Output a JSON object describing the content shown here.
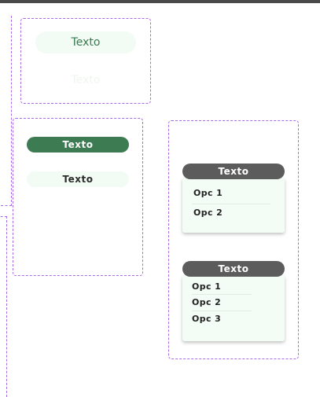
{
  "components": {
    "text_pill_label": "Texto",
    "ghost_label": "Texto",
    "primary_button_label": "Texto",
    "secondary_button_label": "Texto"
  },
  "dropdown_one": {
    "header_label": "Texto",
    "options": [
      "Opc 1",
      "Opc 2"
    ]
  },
  "dropdown_two": {
    "header_label": "Texto",
    "options": [
      "Opc 1",
      "Opc 2",
      "Opc 3"
    ]
  },
  "colors": {
    "accent_green": "#3d7b53",
    "light_green": "#f2fbf4",
    "dropdown_header": "#5c5c5c",
    "dash_outline": "#a86be8"
  }
}
